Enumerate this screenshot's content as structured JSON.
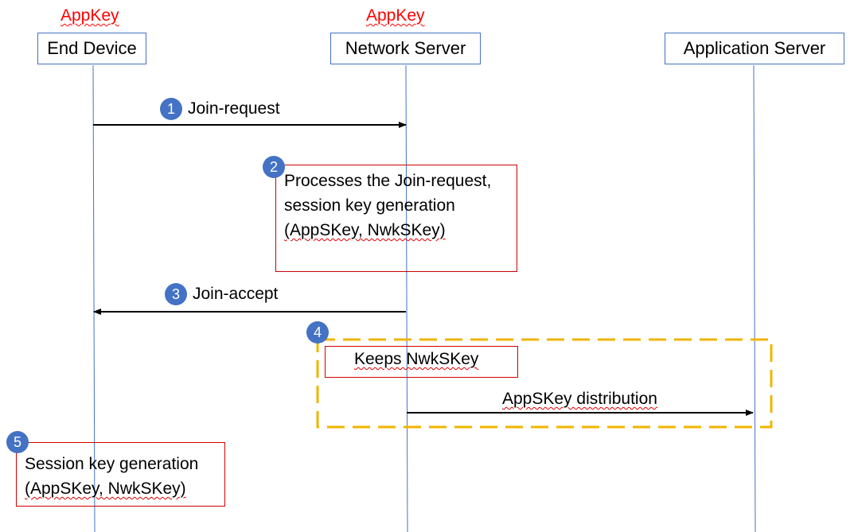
{
  "keys": {
    "end_device_key": "AppKey",
    "network_server_key": "AppKey"
  },
  "actors": {
    "end_device": "End Device",
    "network_server": "Network Server",
    "application_server": "Application Server"
  },
  "steps": [
    {
      "number": "1",
      "label": "Join-request"
    },
    {
      "number": "2",
      "lines": [
        "Processes the Join-request,",
        "session key generation",
        "(AppSKey, NwkSKey)"
      ]
    },
    {
      "number": "3",
      "label": "Join-accept"
    },
    {
      "number": "4",
      "note": "Keeps NwkSKey",
      "label": "AppSKey distribution"
    },
    {
      "number": "5",
      "lines": [
        "Session key generation",
        "(AppSKey, NwkSKey)"
      ]
    }
  ],
  "colors": {
    "lifeline": "#4472c4",
    "badge": "#4472c4",
    "note_border": "#d00000",
    "group_border": "#f0b400",
    "key_label": "#ff0000"
  }
}
